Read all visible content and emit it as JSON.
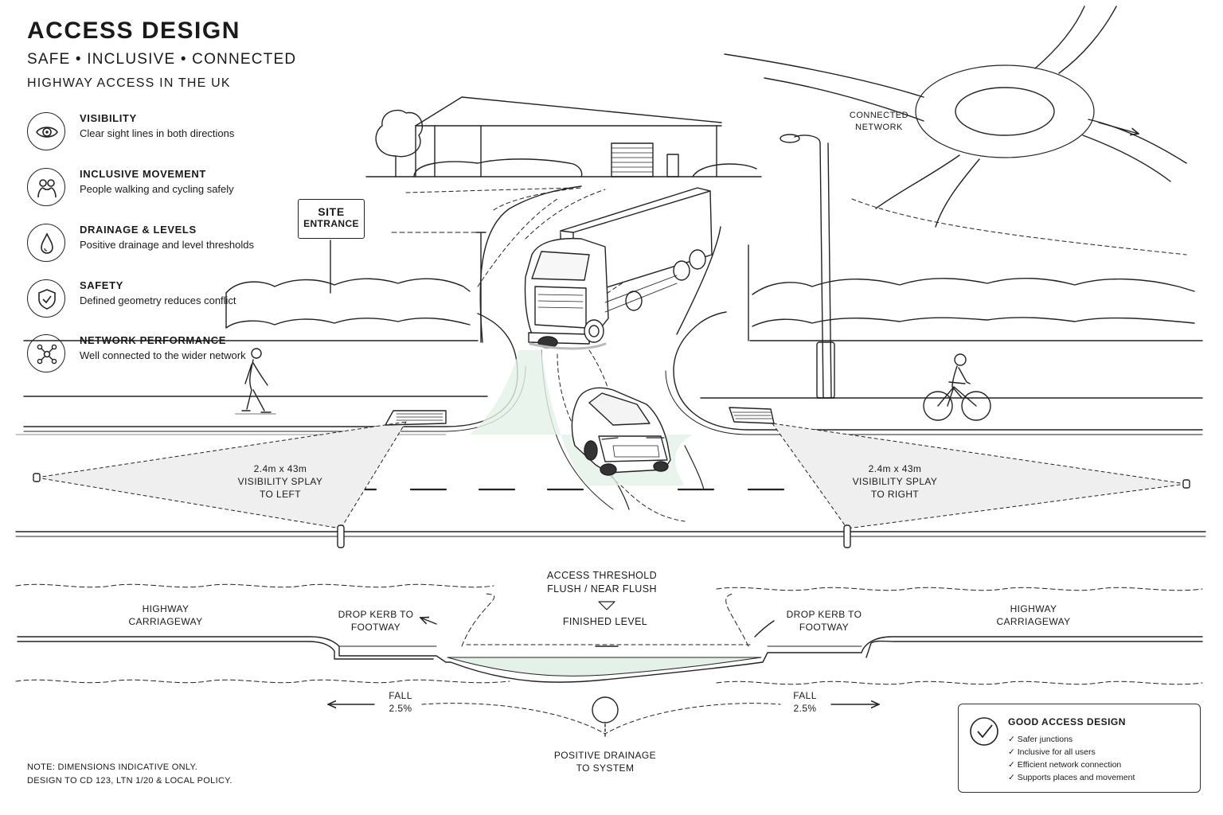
{
  "header": {
    "title": "ACCESS DESIGN",
    "subtitle": "SAFE • INCLUSIVE • CONNECTED",
    "context": "HIGHWAY ACCESS IN THE UK"
  },
  "features": [
    {
      "icon": "eye-icon",
      "title": "VISIBILITY",
      "desc": "Clear sight lines in both directions"
    },
    {
      "icon": "people-icon",
      "title": "INCLUSIVE MOVEMENT",
      "desc": "People walking and cycling safely"
    },
    {
      "icon": "water-drop-icon",
      "title": "DRAINAGE & LEVELS",
      "desc": "Positive drainage and level thresholds"
    },
    {
      "icon": "shield-check-icon",
      "title": "SAFETY",
      "desc": "Defined geometry reduces conflict"
    },
    {
      "icon": "network-icon",
      "title": "NETWORK PERFORMANCE",
      "desc": "Well connected to the wider network"
    }
  ],
  "sign": {
    "line1": "SITE",
    "line2": "ENTRANCE"
  },
  "plan_labels": {
    "connected_network": "CONNECTED NETWORK",
    "splay_left": "2.4m x 43m VISIBILITY SPLAY TO LEFT",
    "splay_right": "2.4m x 43m VISIBILITY SPLAY TO RIGHT"
  },
  "section_labels": {
    "threshold_title": "ACCESS THRESHOLD",
    "threshold_sub": "FLUSH / NEAR FLUSH",
    "finished_level": "FINISHED LEVEL",
    "highway_left": "HIGHWAY CARRIAGEWAY",
    "highway_right": "HIGHWAY CARRIAGEWAY",
    "drop_kerb_left": "DROP KERB TO FOOTWAY",
    "drop_kerb_right": "DROP KERB TO FOOTWAY",
    "fall_left": "FALL 2.5%",
    "fall_right": "FALL 2.5%",
    "drainage": "POSITIVE DRAINAGE TO SYSTEM"
  },
  "note": {
    "line1": "NOTE: DIMENSIONS INDICATIVE ONLY.",
    "line2": "DESIGN TO CD 123, LTN 1/20 & LOCAL POLICY."
  },
  "good_access": {
    "title": "GOOD ACCESS DESIGN",
    "items": [
      "Safer junctions",
      "Inclusive for all users",
      "Efficient network connection",
      "Supports places and movement"
    ]
  },
  "colors": {
    "ink": "#1a1a1a",
    "accent_fill": "#e4f1e8",
    "splay_fill": "#eeeeee"
  }
}
